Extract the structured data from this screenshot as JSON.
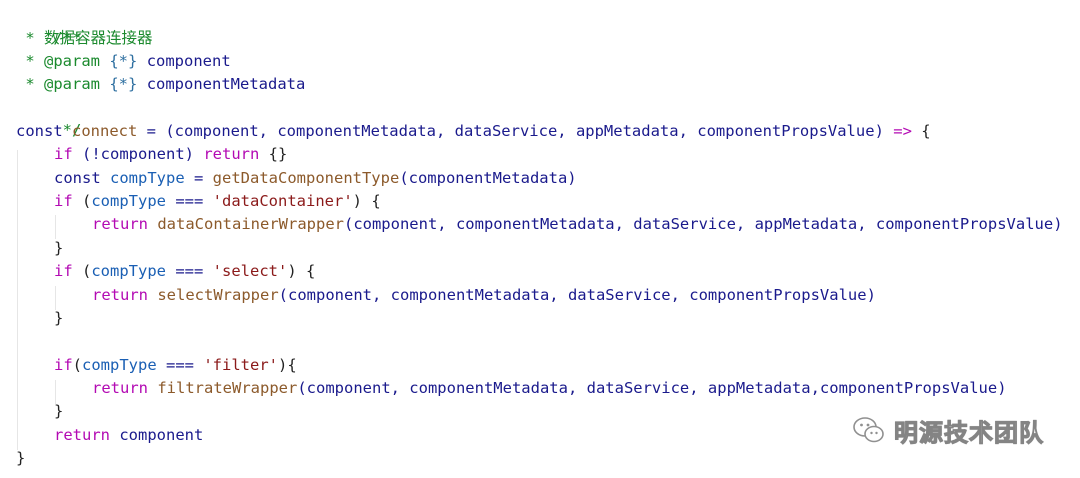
{
  "code": {
    "l1": "/**",
    "l2_star": " * ",
    "l2_text": "数据容器连接器",
    "l3_star": " * ",
    "l3_tag": "@param",
    "l3_type": "{*}",
    "l3_name": "component",
    "l4_star": " * ",
    "l4_tag": "@param",
    "l4_type": "{*}",
    "l4_name": "componentMetadata",
    "l5": " */",
    "l6_const": "const",
    "l6_name": "connect",
    "l6_eq": " = (",
    "l6_params": "component, componentMetadata, dataService, appMetadata, componentPropsValue",
    "l6_close": ") ",
    "l6_arrow": "=>",
    "l6_brace": " {",
    "l7_if": "if",
    "l7_cond": " (!component) ",
    "l7_return": "return",
    "l7_obj": " {}",
    "l8_const": "const",
    "l8_var": "compType",
    "l8_eq": " = ",
    "l8_fn": "getDataComponentType",
    "l8_args": "(componentMetadata)",
    "l9_if": "if",
    "l9_open": " (",
    "l9_var": "compType",
    "l9_op": " === ",
    "l9_str": "'dataContainer'",
    "l9_close": ") {",
    "l10_return": "return",
    "l10_fn": "dataContainerWrapper",
    "l10_args": "(component, componentMetadata, dataService, appMetadata, componentPropsValue)",
    "l11": "}",
    "l12_if": "if",
    "l12_open": " (",
    "l12_var": "compType",
    "l12_op": " === ",
    "l12_str": "'select'",
    "l12_close": ") {",
    "l13_return": "return",
    "l13_fn": "selectWrapper",
    "l13_args": "(component, componentMetadata, dataService, componentPropsValue)",
    "l14": "}",
    "l16_if": "if",
    "l16_open": "(",
    "l16_var": "compType",
    "l16_op": " === ",
    "l16_str": "'filter'",
    "l16_close": "){",
    "l17_return": "return",
    "l17_fn": "filtrateWrapper",
    "l17_args": "(component, componentMetadata, dataService, appMetadata,componentPropsValue)",
    "l18": "}",
    "l19_return": "return",
    "l19_name": "component",
    "l20": "}"
  },
  "watermark": {
    "text": "明源技术团队",
    "icon": "wechat-icon"
  },
  "colors": {
    "comment": "#1b8a2e",
    "keyword": "#b30ab3",
    "identifier": "#1a1a8c",
    "function": "#8c5a2b",
    "string": "#8b1a1a",
    "type": "#2e6fa0",
    "variable": "#1a5fb4"
  }
}
